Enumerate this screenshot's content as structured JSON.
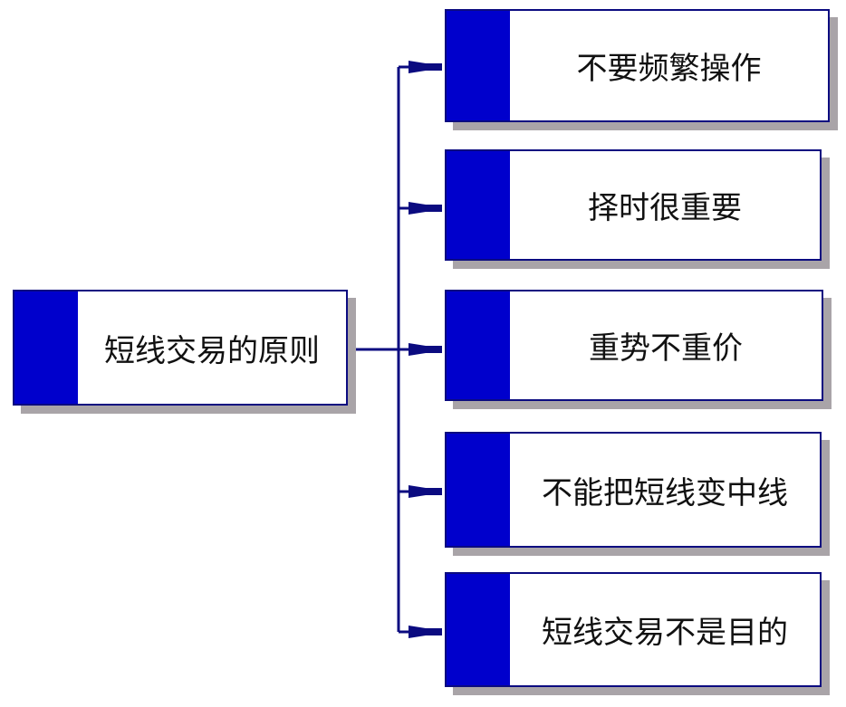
{
  "colors": {
    "stripe": "#0000cc",
    "border": "#0b0b80",
    "shadow": "#a9a4a8",
    "connector": "#0b0b80"
  },
  "root": {
    "label": "短线交易的原则"
  },
  "children": [
    {
      "label": "不要频繁操作"
    },
    {
      "label": "择时很重要"
    },
    {
      "label": "重势不重价"
    },
    {
      "label": "不能把短线变中线"
    },
    {
      "label": "短线交易不是目的"
    }
  ]
}
